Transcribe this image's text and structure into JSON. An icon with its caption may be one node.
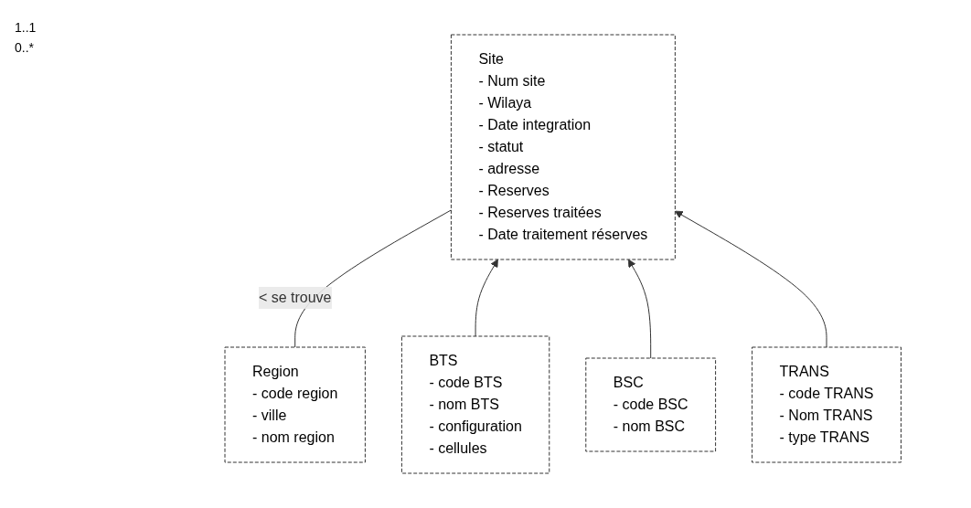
{
  "diagram": {
    "nodes": [
      {
        "text": [
          "Region",
          "- code region",
          "- ville",
          "- nom region"
        ]
      },
      {
        "text": [
          "Site",
          "- Num site",
          "- Wilaya",
          "- Date integration",
          "- statut",
          "- adresse",
          "- Reserves",
          "- Reserves traitées",
          "- Date traitement réserves"
        ]
      },
      {
        "text": [
          "BTS",
          "- code BTS",
          "- nom BTS",
          "- configuration",
          "- cellules"
        ]
      },
      {
        "text": [
          "BSC",
          "- code BSC",
          "- nom BSC"
        ]
      },
      {
        "text": [
          "TRANS",
          "- code TRANS",
          "- Nom TRANS",
          "- type TRANS"
        ]
      }
    ],
    "edges": [
      {
        "from": 0,
        "to": 1,
        "arrow": "none",
        "label": "< se trouve"
      },
      {
        "from": 2,
        "to": 1,
        "arrow": "to"
      },
      {
        "from": 3,
        "to": 1,
        "arrow": "to"
      },
      {
        "from": 4,
        "to": 1,
        "arrow": "to"
      }
    ],
    "labels": [
      "1..1",
      "0..*"
    ]
  }
}
